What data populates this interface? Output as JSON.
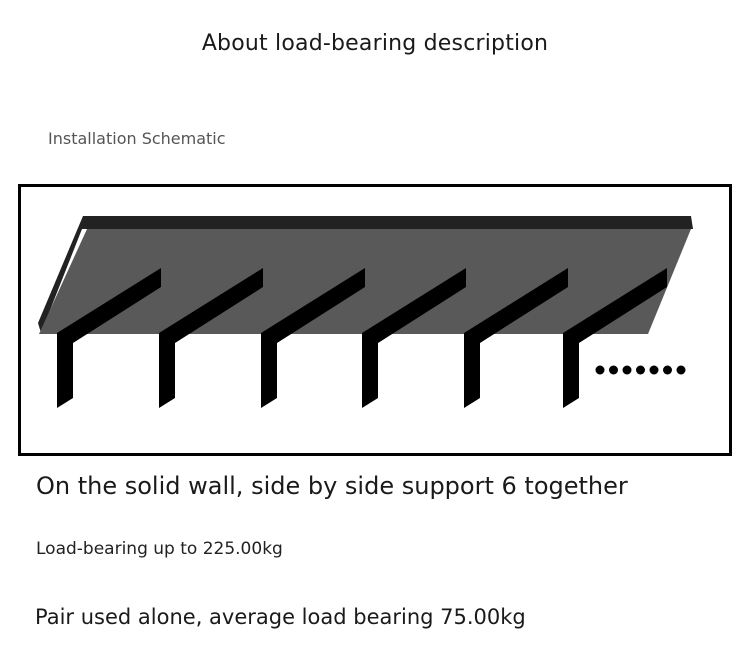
{
  "title": "About load-bearing description",
  "subtitle": "Installation Schematic",
  "diagram": {
    "shelf_color": "#595959",
    "shelf_edge_color": "#222222",
    "bracket_color": "#000000",
    "bracket_count": 6,
    "continuation": "......."
  },
  "text": {
    "line1": "On the solid wall, side by side support 6 together",
    "line2": "Load-bearing up to 225.00kg",
    "line3": "Pair used alone, average load bearing 75.00kg"
  }
}
